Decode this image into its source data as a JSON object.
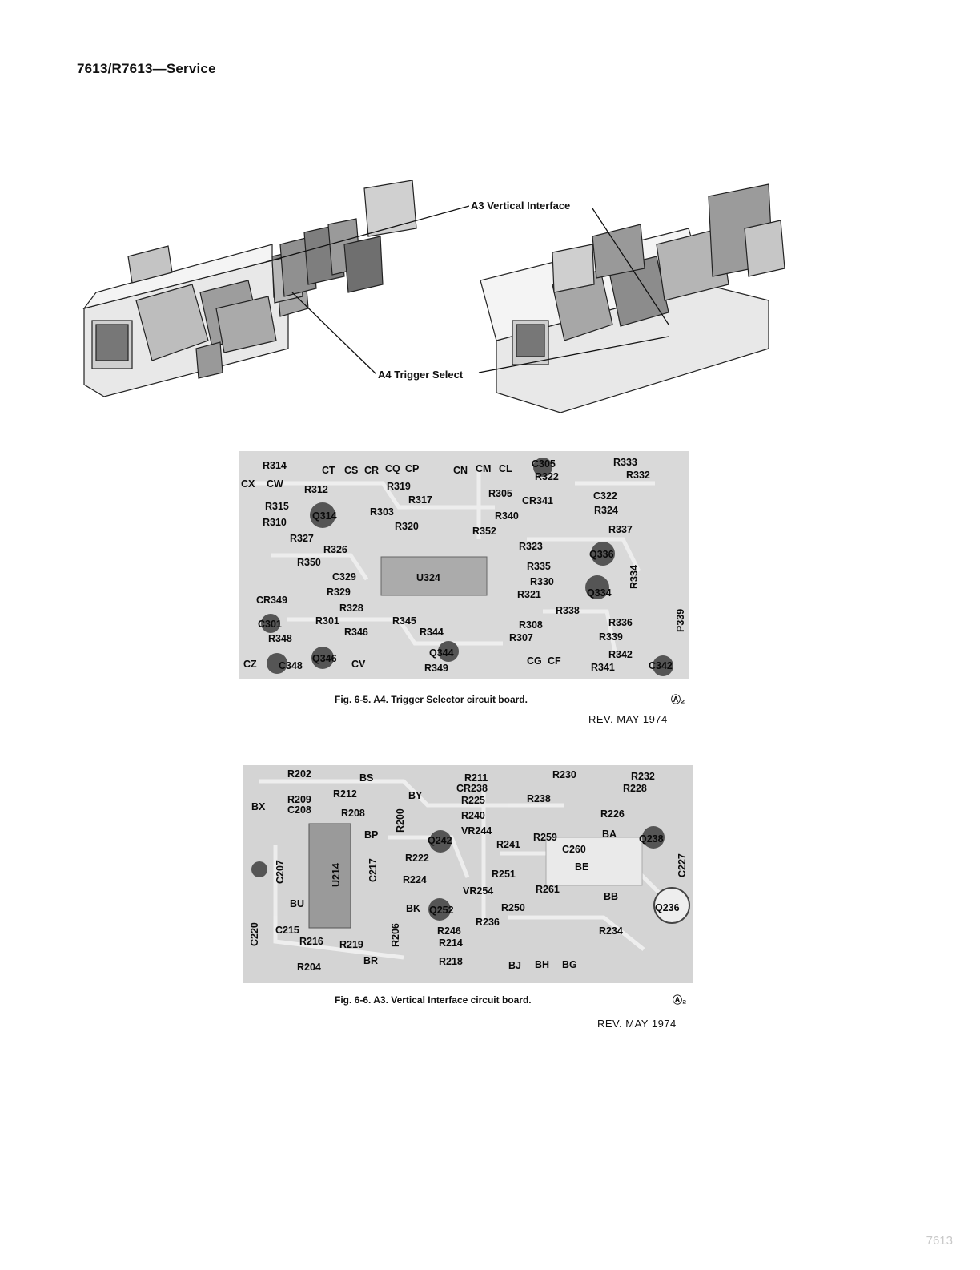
{
  "header": {
    "title": "7613/R7613—Service"
  },
  "figure_top": {
    "callout_a3": "A3 Vertical Interface",
    "callout_a4": "A4 Trigger Select"
  },
  "board_a4": {
    "caption": "Fig. 6-5.  A4. Trigger Selector circuit board.",
    "badge": "Ⓐ₂",
    "rev": "REV. MAY 1974",
    "labels": [
      "R314",
      "CT",
      "CS",
      "CR",
      "CQ",
      "CP",
      "CN",
      "CM",
      "CL",
      "C305",
      "R333",
      "CX",
      "CW",
      "R312",
      "R319",
      "R322",
      "R332",
      "R317",
      "R305",
      "CR341",
      "C322",
      "R315",
      "Q314",
      "R303",
      "R340",
      "R324",
      "R310",
      "R320",
      "R352",
      "R337",
      "R327",
      "R326",
      "R323",
      "Q336",
      "R350",
      "R335",
      "C329",
      "U324",
      "R330",
      "R334",
      "R329",
      "R321",
      "Q334",
      "CR349",
      "R328",
      "R338",
      "P339",
      "C301",
      "R301",
      "R345",
      "R308",
      "R336",
      "R346",
      "R344",
      "R348",
      "R307",
      "R339",
      "Q344",
      "R342",
      "CZ",
      "C348",
      "Q346",
      "CV",
      "R349",
      "CG",
      "CF",
      "R341",
      "C342"
    ]
  },
  "board_a3": {
    "caption": "Fig. 6-6.  A3. Vertical Interface circuit board.",
    "badge": "Ⓐ₂",
    "rev": "REV. MAY 1974",
    "labels": [
      "R202",
      "BS",
      "R211",
      "R230",
      "R232",
      "CR238",
      "R228",
      "R209",
      "R212",
      "BY",
      "R225",
      "R238",
      "BX",
      "C208",
      "R208",
      "R200",
      "R240",
      "R226",
      "VR244",
      "BP",
      "Q242",
      "R241",
      "R259",
      "BA",
      "Q238",
      "C260",
      "C207",
      "U214",
      "C217",
      "R222",
      "BE",
      "C227",
      "R251",
      "R224",
      "VR254",
      "R261",
      "BB",
      "BU",
      "BK",
      "Q252",
      "R250",
      "Q236",
      "R236",
      "C220",
      "C215",
      "R206",
      "R246",
      "R234",
      "R216",
      "R219",
      "R214",
      "BR",
      "R218",
      "R204",
      "BJ",
      "BH",
      "BG"
    ]
  },
  "page_number": "7613"
}
